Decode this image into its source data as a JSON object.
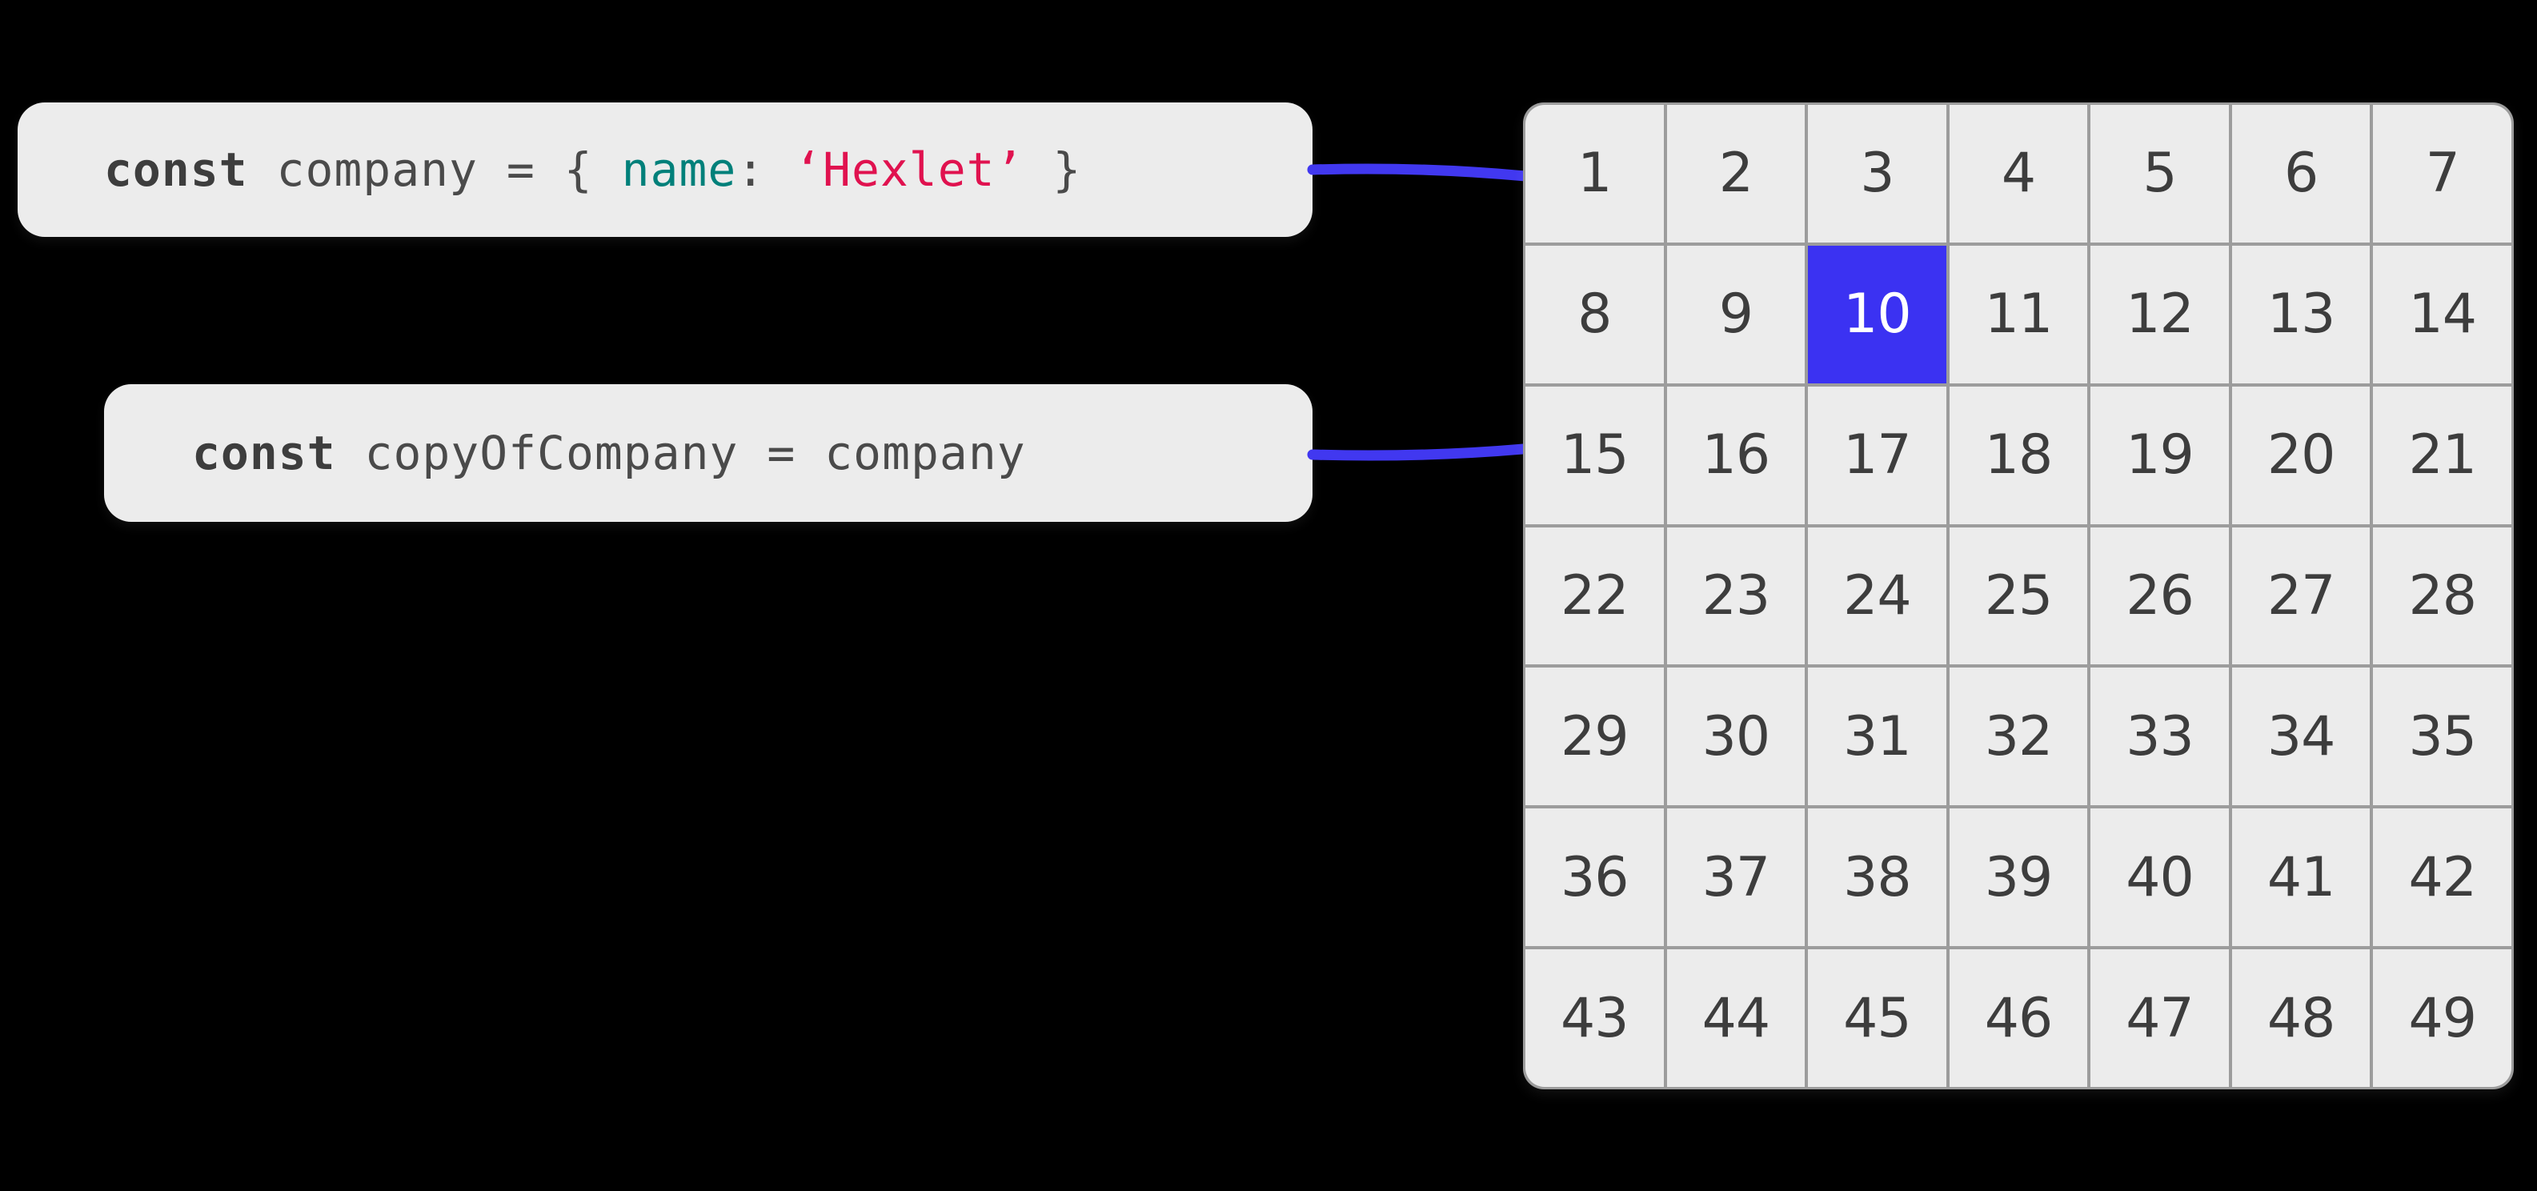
{
  "colors": {
    "background": "#000000",
    "panel": "#ececec",
    "grid_border": "#9c9c9c",
    "text": "#3d3d3d",
    "accent_blue": "#3b32f2",
    "arrow_blue": "#4138f0",
    "property_teal": "#00807a",
    "string_crimson": "#e0124f"
  },
  "code_boxes": [
    {
      "id": "company-declaration",
      "full_text": "const company = { name: ‘Hexlet’ }",
      "tokens": [
        {
          "type": "keyword",
          "text": "const"
        },
        {
          "type": "plain",
          "text": " company "
        },
        {
          "type": "punct",
          "text": "= { "
        },
        {
          "type": "property",
          "text": "name"
        },
        {
          "type": "punct",
          "text": ": "
        },
        {
          "type": "string",
          "text": "‘Hexlet’"
        },
        {
          "type": "punct",
          "text": " }"
        }
      ]
    },
    {
      "id": "copy-declaration",
      "full_text": "const copyOfCompany = company",
      "tokens": [
        {
          "type": "keyword",
          "text": "const"
        },
        {
          "type": "plain",
          "text": " copyOfCompany "
        },
        {
          "type": "punct",
          "text": "= "
        },
        {
          "type": "plain",
          "text": "company"
        }
      ]
    }
  ],
  "arrows": [
    {
      "id": "arrow-company-to-cell",
      "from": "company-declaration",
      "to": "memory-cell-10",
      "color": "#4138f0"
    },
    {
      "id": "arrow-copy-to-cell",
      "from": "copy-declaration",
      "to": "memory-cell-10",
      "color": "#4138f0"
    }
  ],
  "memory_grid": {
    "columns": 7,
    "rows": 7,
    "highlighted_value": "10",
    "cells": [
      "1",
      "2",
      "3",
      "4",
      "5",
      "6",
      "7",
      "8",
      "9",
      "10",
      "11",
      "12",
      "13",
      "14",
      "15",
      "16",
      "17",
      "18",
      "19",
      "20",
      "21",
      "22",
      "23",
      "24",
      "25",
      "26",
      "27",
      "28",
      "29",
      "30",
      "31",
      "32",
      "33",
      "34",
      "35",
      "36",
      "37",
      "38",
      "39",
      "40",
      "41",
      "42",
      "43",
      "44",
      "45",
      "46",
      "47",
      "48",
      "49"
    ]
  }
}
